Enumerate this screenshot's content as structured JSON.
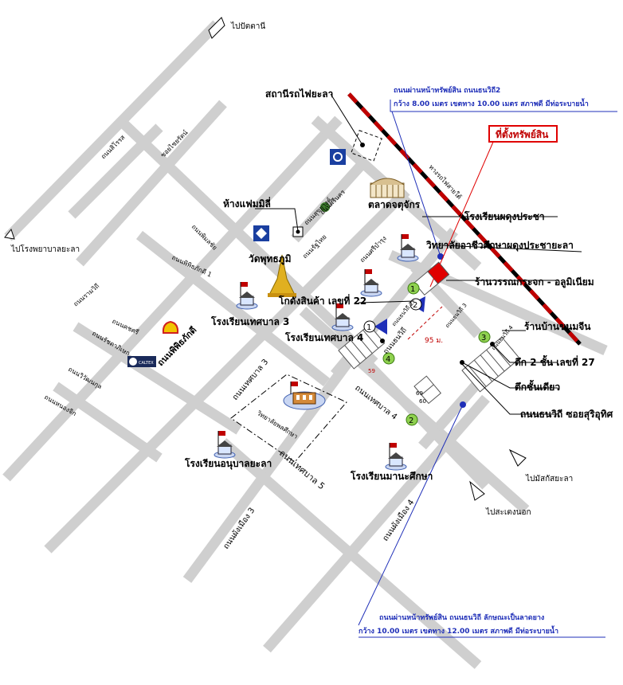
{
  "roads": {
    "to_pattani": "ไปปัตตานี",
    "to_yala_hospital": "ไปโรงพยาบาลยะลา",
    "to_mattak_yala": "ไปมัสกัสยะลา",
    "to_sadao": "ไปสะเตงนอก",
    "sirote": "ถนนสิโรรส",
    "soi_chaiwat": "ซอยไชยรัตน์",
    "pimolchai": "ถนนพิมลชัย",
    "sukhayang": "ถนนสุขยางค์",
    "srinaorin": "ถนนศรีนคร",
    "pipit_pakdee_1": "ถนนพิพิธภักดี 1",
    "pipit_pakdee": "ถนนพิพิธภักดี",
    "rammeet": "ถนนรามวิถี",
    "kotchasan": "ถนนคชศรี",
    "wiwatkul": "ถนนวิวัฒนกุล",
    "ratchamnoen": "ถนนรัชดาภิเษก",
    "nongjik": "ถนนหนองจิก",
    "tesaban3": "ถนนเทศบาล 3",
    "tesaban4": "ถนนเทศบาล 4",
    "tesaban5": "ถนนเทศบาล 5",
    "pangmuang3": "ถนนผังเมือง 3",
    "pangmuang4": "ถนนผังเมือง 4",
    "wiwit2": "ถนนธนวิถี",
    "srirapee": "ถนนศรีบำรุง",
    "ratthai": "ถนนรัฐไทย",
    "railway": "ทางรถไฟสายใต้",
    "wiwit_soi3": "ถนนธนวิถี 3",
    "wiwit_soi4": "ถนนธนวิถี 4",
    "wiwit_soi2": "ถนนธนวิถี 2"
  },
  "places": {
    "station": "สถานีรถไฟยะลา",
    "family_mart": "ห้างแฟมมิลี่",
    "market": "ตลาดจตุจักร",
    "wat": "วัดพุทธภูมิ",
    "school_padung": "โรงเรียนผดุงประชา",
    "college": "วิทยาลัยอาชีวศึกษาผดุงประชายะลา",
    "warehouse": "โกดังสินค้า เลขที่ 22",
    "glass_shop": "ร้านวรรณกระจก - อลูมิเนียม",
    "school_tesaban3": "โรงเรียนเทศบาล 3",
    "school_tesaban4": "โรงเรียนเทศบาล 4",
    "technical_college": "วิทยาลัยพลศึกษา",
    "kindergarten": "โรงเรียนอนุบาลยะลา",
    "manasuksa": "โรงเรียนมานะศึกษา",
    "shop_khanomjeen": "ร้านบ้านขนมจีน",
    "building_2floor": "ตึก 2 ชั้น เลขที่ 27",
    "building_1floor": "ตึกชั้นเดียว",
    "thanawithi_road": "ถนนธนวิถี ซอยสุริอุทิศ",
    "caltex": "CALTEX",
    "shell": "Shell"
  },
  "callouts": {
    "property": "ที่ตั้งทรัพย์สิน",
    "top_line1": "ถนนผ่านหน้าทรัพย์สิน ถนนธนวิถี2",
    "top_line2": "กว้าง 8.00 เมตร เขตทาง 10.00 เมตร สภาพดี มีท่อระบายน้ำ",
    "bottom_line1": "ถนนผ่านหน้าทรัพย์สิน ถนนธนวิถี ลักษณะเป็นลาดยาง",
    "bottom_line2": "กว้าง 10.00 เมตร เขตทาง 12.00 เมตร สภาพดี มีท่อระบายน้ำ",
    "distance": "95 ม."
  },
  "markers": [
    "1",
    "2",
    "3",
    "4"
  ],
  "lots": {
    "a": "69",
    "b": "60",
    "c": "59"
  },
  "colors": {
    "road": "#cfcfcf",
    "railway": "#c00000",
    "callout_line": "#1f2fb8",
    "property": "#e00000",
    "marker_fill": "#8fd14f"
  }
}
